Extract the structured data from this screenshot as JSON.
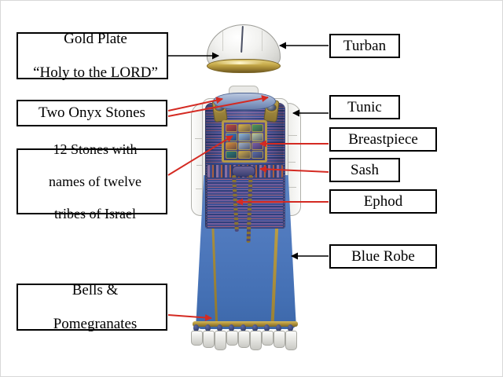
{
  "slide": {
    "title": "High Priest Garments Diagram",
    "background_color": "#ffffff"
  },
  "labels": {
    "left": [
      {
        "id": "gold-plate",
        "lines": [
          "Gold Plate",
          "“Holy to the LORD”"
        ],
        "connector": "black-arrow"
      },
      {
        "id": "two-onyx-stones",
        "lines": [
          "Two Onyx  Stones"
        ],
        "connector": "red-line"
      },
      {
        "id": "twelve-stones",
        "lines": [
          "12 Stones with",
          "names  of twelve",
          "tribes of Israel"
        ],
        "connector": "red-line"
      },
      {
        "id": "bells-pomegranates",
        "lines": [
          "Bells &",
          "Pomegranates"
        ],
        "connector": "red-line"
      }
    ],
    "right": [
      {
        "id": "turban",
        "lines": [
          "Turban"
        ],
        "connector": "black-arrow"
      },
      {
        "id": "tunic",
        "lines": [
          "Tunic"
        ],
        "connector": "black-arrow"
      },
      {
        "id": "breastpiece",
        "lines": [
          "Breastpiece"
        ],
        "connector": "red-line"
      },
      {
        "id": "sash",
        "lines": [
          "Sash"
        ],
        "connector": "red-line"
      },
      {
        "id": "ephod",
        "lines": [
          "Ephod"
        ],
        "connector": "red-line"
      },
      {
        "id": "blue-robe",
        "lines": [
          "Blue Robe"
        ],
        "connector": "black-arrow"
      }
    ]
  },
  "figure": {
    "name": "high-priest-illustration",
    "parts": [
      "turban",
      "gold-plate",
      "tunic",
      "ephod",
      "breastpiece",
      "sash",
      "blue-robe",
      "bells-and-pomegranates"
    ],
    "colors": {
      "gold": "#c9ad4c",
      "robe_blue": "#4f79bd",
      "tunic_white": "#f0f0ed",
      "ephod_purple": "#6f5b9a",
      "ephod_blue": "#3f4c8c",
      "ephod_scarlet": "#9b5f7c",
      "onyx": "#55607a"
    },
    "breastpiece_stones": [
      "#c24a3c",
      "#d6b24a",
      "#4f9b58",
      "#3f7fc4",
      "#8fb8d8",
      "#b7c9a8",
      "#d98c3a",
      "#9fb0c6",
      "#7a5fa8",
      "#2f7f74",
      "#c9a84e",
      "#5e6fa8"
    ],
    "stone_count": 12,
    "onyx_count": 2
  }
}
